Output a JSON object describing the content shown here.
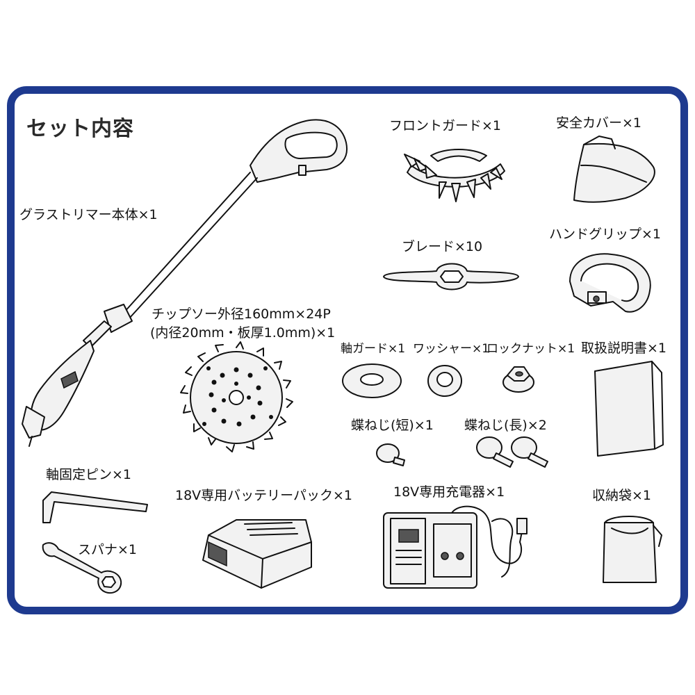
{
  "title": "セット内容",
  "colors": {
    "frame": "#1e3a8f"
  },
  "items": {
    "trimmer_body": "グラストリマー本体×1",
    "front_guard": "フロントガード×1",
    "safety_cover": "安全カバー×1",
    "blade": "ブレード×10",
    "hand_grip": "ハンドグリップ×1",
    "chip_saw_line1": "チップソー外径160mm×24P",
    "chip_saw_line2": "(内径20mm・板厚1.0mm)×1",
    "shaft_guard": "軸ガード×1",
    "washer": "ワッシャー×1",
    "lock_nut": "ロックナット×1",
    "manual": "取扱説明書×1",
    "wing_bolt_short": "蝶ねじ(短)×1",
    "wing_bolt_long": "蝶ねじ(長)×2",
    "shaft_pin": "軸固定ピン×1",
    "battery": "18V専用バッテリーパック×1",
    "charger": "18V専用充電器×1",
    "storage_bag": "収納袋×1",
    "spanner": "スパナ×1"
  }
}
